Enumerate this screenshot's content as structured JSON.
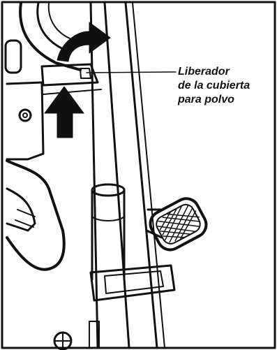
{
  "callout": {
    "lines": [
      "Liberador",
      "de la cubierta",
      "para polvo"
    ]
  },
  "colors": {
    "ink": "#111111",
    "paper": "#ffffff"
  }
}
